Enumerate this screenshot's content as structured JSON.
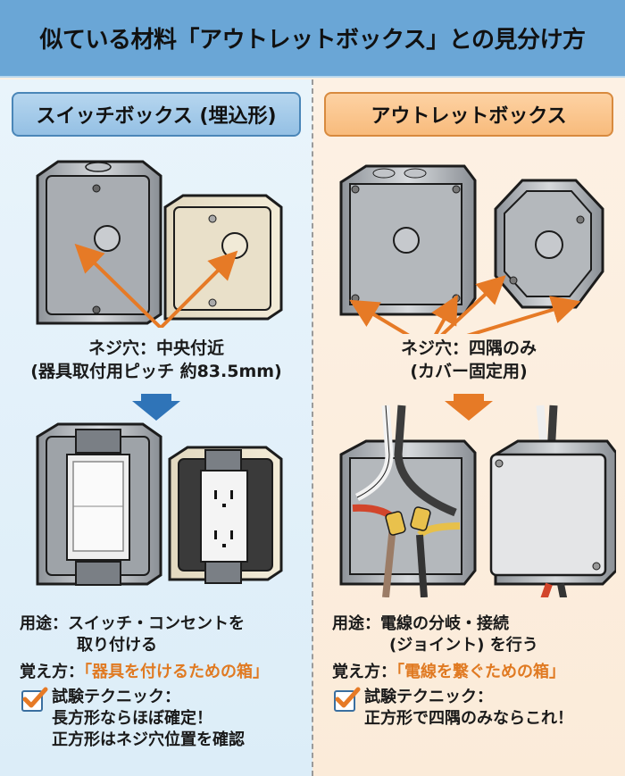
{
  "title": "似ている材料「アウトレットボックス」との見分け方",
  "colors": {
    "header_bg": "#6aa6d6",
    "accent_orange": "#e07a22",
    "accent_blue": "#2f74b8",
    "left_bg": "#e3f0fa",
    "right_bg": "#fcefe0"
  },
  "left": {
    "label": "スイッチボックス (埋込形)",
    "screw_caption_1": "ネジ穴：中央付近",
    "screw_caption_2": "(器具取付用ピッチ 約83.5mm)",
    "usage_line_1": "用途：スイッチ・コンセントを",
    "usage_line_2": "取り付ける",
    "memory_prefix": "覚え方：",
    "memory_accent": "「器具を付けるための箱」",
    "tech_line_1": "試験テクニック：",
    "tech_line_2": "長方形ならほぼ確定！",
    "tech_line_3": "正方形はネジ穴位置を確認",
    "illustrations": [
      "metal-switch-box",
      "resin-switch-box",
      "switch-installed",
      "outlet-installed"
    ]
  },
  "right": {
    "label": "アウトレットボックス",
    "screw_caption_1": "ネジ穴：四隅のみ",
    "screw_caption_2": "(カバー固定用)",
    "usage_line_1": "用途：電線の分岐・接続",
    "usage_line_2": "(ジョイント) を行う",
    "memory_prefix": "覚え方：",
    "memory_accent": "「電線を繋ぐための箱」",
    "tech_line_1": "試験テクニック：",
    "tech_line_2": "正方形で四隅のみならこれ！",
    "illustrations": [
      "square-outlet-box",
      "octagon-outlet-box",
      "outlet-box-with-wire-joints",
      "outlet-box-with-cover"
    ]
  }
}
